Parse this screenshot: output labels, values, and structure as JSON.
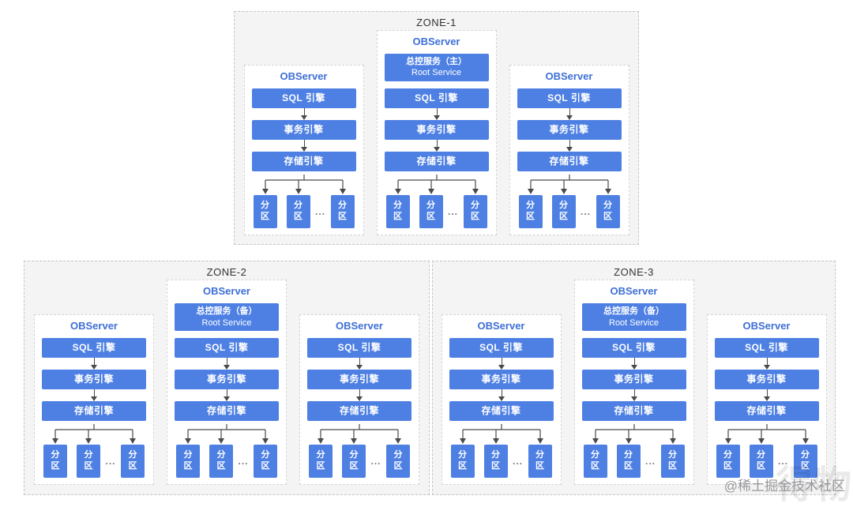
{
  "labels": {
    "observer_title": "OBServer",
    "sql_engine": "SQL 引擎",
    "txn_engine": "事务引擎",
    "storage_engine": "存储引擎",
    "partition_line1": "分",
    "partition_line2": "区",
    "ellipsis": "...",
    "accent_color": "#4e80e4"
  },
  "zones": [
    {
      "title": "ZONE-1",
      "root": {
        "line1": "总控服务（主）",
        "line2": "Root Service"
      }
    },
    {
      "title": "ZONE-2",
      "root": {
        "line1": "总控服务（备）",
        "line2": "Root Service"
      }
    },
    {
      "title": "ZONE-3",
      "root": {
        "line1": "总控服务（备）",
        "line2": "Root Service"
      }
    }
  ],
  "watermark": {
    "credit": "@稀土掘金技术社区",
    "brand": "得物"
  }
}
